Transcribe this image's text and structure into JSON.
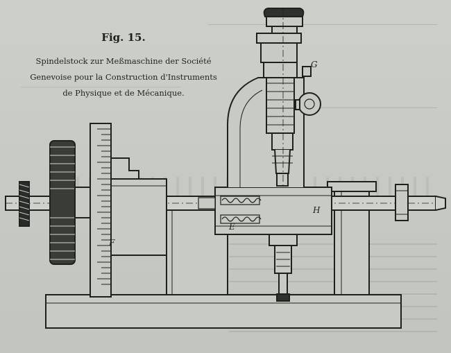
{
  "caption": {
    "figure_label": "Fig. 15.",
    "lines": [
      "Spindelstock zur Meßmaschine der Société",
      "Genevoise pour la Construction d'Instruments",
      "de Physique et de Mécanique."
    ]
  },
  "drawing_labels": {
    "G": "G",
    "H": "H",
    "E": "E",
    "F": "F"
  }
}
